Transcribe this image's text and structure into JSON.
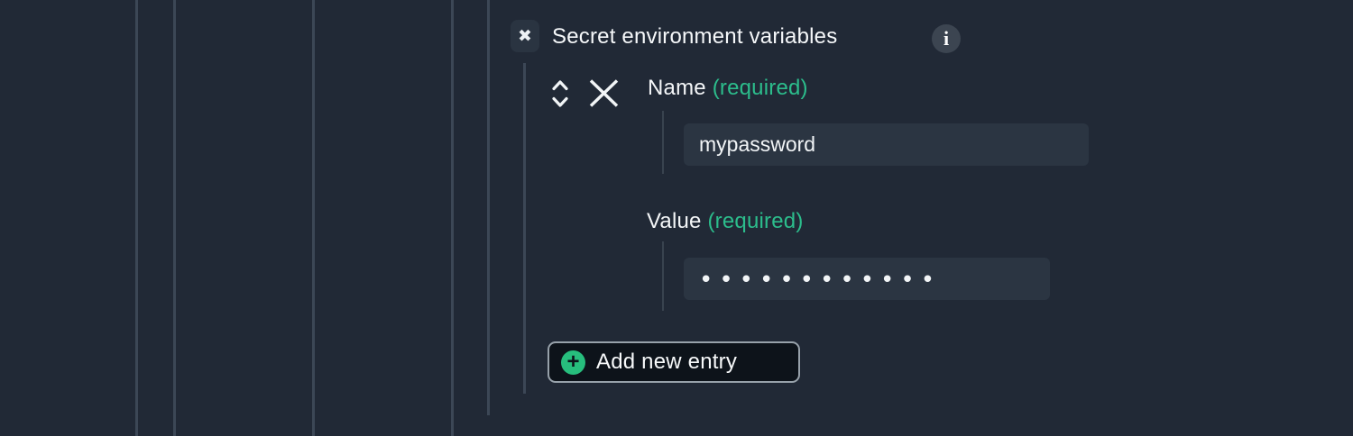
{
  "section": {
    "remove_icon": "✖",
    "title": "Secret environment variables",
    "info_icon": "i"
  },
  "entry": {
    "name_label": "Name",
    "name_required": "(required)",
    "name_value": "mypassword",
    "value_label": "Value",
    "value_required": "(required)",
    "value_masked": "••••••••••••"
  },
  "add_button": {
    "plus_icon": "+",
    "label": "Add new entry"
  },
  "colors": {
    "background": "#212936",
    "guide_line": "#3C4756",
    "input_background": "#2B3542",
    "required_green": "#2CBD8C",
    "plus_green": "#27BE7D",
    "button_background": "#0D131A",
    "button_border": "#97A1AA",
    "text": "#F5F7F9"
  }
}
